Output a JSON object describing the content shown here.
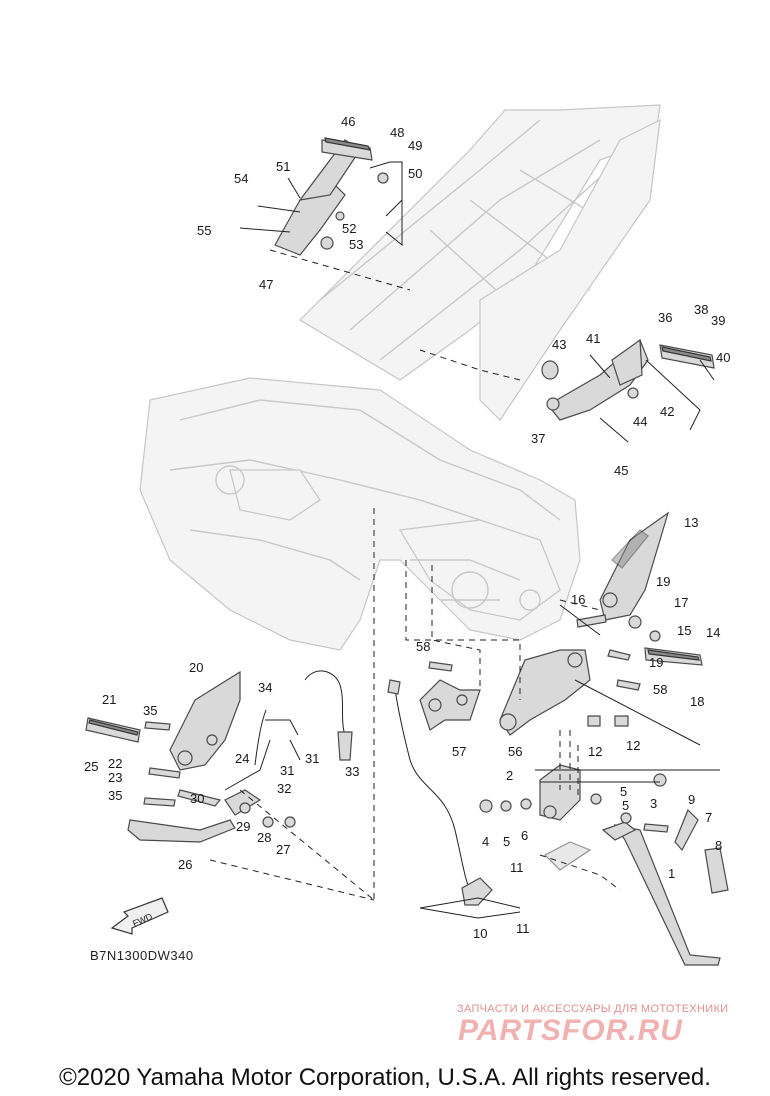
{
  "diagram": {
    "callouts": [
      {
        "n": "1"
      },
      {
        "n": "2"
      },
      {
        "n": "3"
      },
      {
        "n": "4"
      },
      {
        "n": "5"
      },
      {
        "n": "5"
      },
      {
        "n": "5"
      },
      {
        "n": "6"
      },
      {
        "n": "7"
      },
      {
        "n": "8"
      },
      {
        "n": "9"
      },
      {
        "n": "10"
      },
      {
        "n": "11"
      },
      {
        "n": "11"
      },
      {
        "n": "12"
      },
      {
        "n": "12"
      },
      {
        "n": "13"
      },
      {
        "n": "14"
      },
      {
        "n": "15"
      },
      {
        "n": "16"
      },
      {
        "n": "17"
      },
      {
        "n": "18"
      },
      {
        "n": "19"
      },
      {
        "n": "19"
      },
      {
        "n": "20"
      },
      {
        "n": "21"
      },
      {
        "n": "22"
      },
      {
        "n": "23"
      },
      {
        "n": "24"
      },
      {
        "n": "25"
      },
      {
        "n": "26"
      },
      {
        "n": "27"
      },
      {
        "n": "28"
      },
      {
        "n": "29"
      },
      {
        "n": "30"
      },
      {
        "n": "31"
      },
      {
        "n": "31"
      },
      {
        "n": "32"
      },
      {
        "n": "33"
      },
      {
        "n": "34"
      },
      {
        "n": "35"
      },
      {
        "n": "35"
      },
      {
        "n": "36"
      },
      {
        "n": "37"
      },
      {
        "n": "38"
      },
      {
        "n": "39"
      },
      {
        "n": "40"
      },
      {
        "n": "41"
      },
      {
        "n": "42"
      },
      {
        "n": "43"
      },
      {
        "n": "44"
      },
      {
        "n": "45"
      },
      {
        "n": "46"
      },
      {
        "n": "47"
      },
      {
        "n": "48"
      },
      {
        "n": "49"
      },
      {
        "n": "50"
      },
      {
        "n": "51"
      },
      {
        "n": "52"
      },
      {
        "n": "53"
      },
      {
        "n": "54"
      },
      {
        "n": "55"
      },
      {
        "n": "56"
      },
      {
        "n": "57"
      },
      {
        "n": "58"
      },
      {
        "n": "58"
      }
    ],
    "fwd_label": "FWD",
    "code": "B7N1300DW340",
    "copyright": "©2020 Yamaha Motor Corporation, U.S.A. All rights reserved."
  },
  "watermark": {
    "tagline": "ЗАПЧАСТИ И АКСЕССУАРЫ ДЛЯ МОТОТЕХНИКИ",
    "logo": "PARTSFOR.RU"
  },
  "colors": {
    "frame": "#c8c8c8",
    "parts": "#4a4a4a",
    "watermark": "#f1b1b1"
  }
}
